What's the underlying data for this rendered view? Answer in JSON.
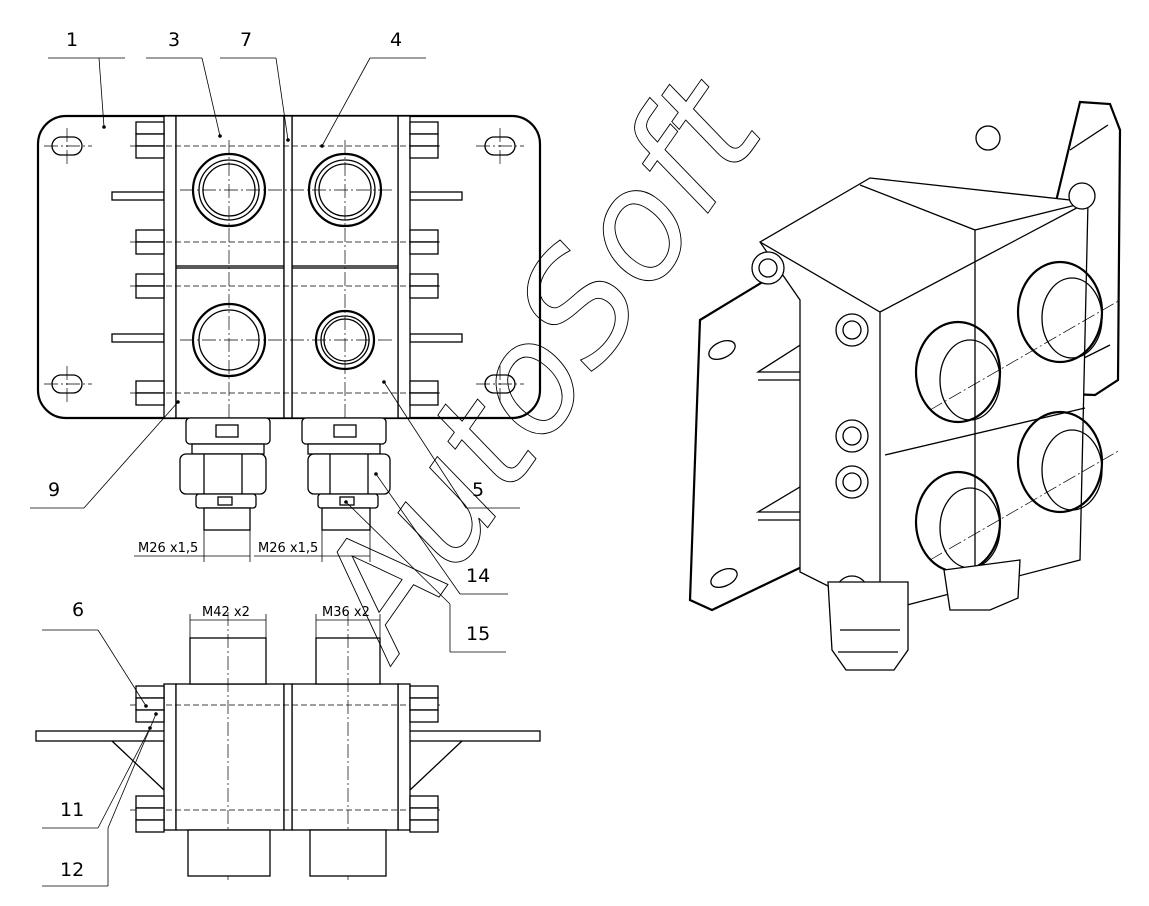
{
  "callouts": {
    "c1": "1",
    "c3": "3",
    "c7": "7",
    "c4": "4",
    "c9": "9",
    "c5": "5",
    "c14": "14",
    "c15": "15",
    "c6": "6",
    "c11": "11",
    "c12": "12"
  },
  "dimensions": {
    "thread_left_top": "M26 x1,5",
    "thread_right_top": "M26 x1,5",
    "thread_left_bottom": "M42 x2",
    "thread_right_bottom": "M36 x2"
  },
  "watermark": "AutoSoft"
}
